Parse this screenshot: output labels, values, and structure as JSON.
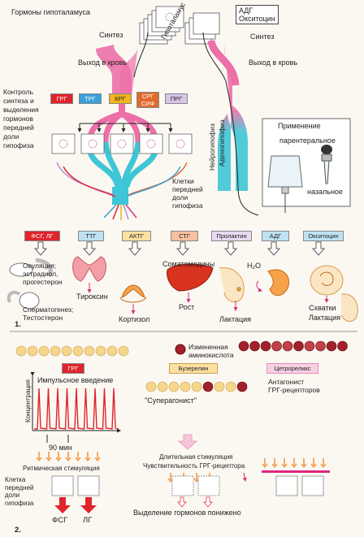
{
  "part1": {
    "hypothalamus_hormones": "Гормоны гипоталамуса",
    "hypothalamus": "Гипоталамус",
    "adh_box": [
      "АДГ",
      "Окситоцин"
    ],
    "synthesis_left": "Синтез",
    "synthesis_right": "Синтез",
    "release_left": "Выход в кровь",
    "release_right": "Выход в кровь",
    "control_label": [
      "Контроль",
      "синтеза и",
      "выделения",
      "гормонов",
      "передней",
      "доли",
      "гипофиза"
    ],
    "releasing_hormones": [
      "ГРГ",
      "ТРГ",
      "КРГ",
      "СРГ\nСИФ",
      "ПРГ"
    ],
    "neuro_label": [
      "Нейрогипофиз",
      "Аденогипофиз"
    ],
    "application": {
      "title": "Применение",
      "parenteral": "парентеральное",
      "nasal": "назальное"
    },
    "anterior_cells": [
      "Клетки",
      "передней",
      "доли",
      "гипофиза"
    ],
    "pituitary_hormones": [
      "ФСГ, ЛГ",
      "ТТГ",
      "АКТГ",
      "СТГ",
      "Пролактин",
      "АДГ",
      "Окситоцин"
    ],
    "effects": {
      "ovulation": [
        "Овуляция;",
        "эстрадиол,",
        "прогестерон"
      ],
      "spermatogenesis": [
        "Сперматогенез;",
        "Тестостерон"
      ],
      "thyroxine": "Тироксин",
      "cortisol": "Кортизол",
      "somatomedins": "Соматомедины",
      "growth": "Рост",
      "lactation1": "Лактация",
      "water": "H₂O",
      "contractions": "Схватки",
      "lactation2": "Лактация"
    },
    "number": "1."
  },
  "part2": {
    "changed_amino_acid": [
      "Измененная",
      "аминокислота"
    ],
    "grg": "ГРГ",
    "buserelin": "Бузерелин",
    "cetrorelix": "Цетрореликс",
    "pulse_intro": "Импульсное введение",
    "concentration": "Концентрация",
    "superagonist": "\"Суперагонист\"",
    "antagonist": [
      "Антагонист",
      "ГРГ-рецепторов"
    ],
    "minutes": "90 мин",
    "long_stimulation": "Длительная стимуляция",
    "sensitivity": "Чувствительность ГРГ-рецептора",
    "rhythmic": "Ритмическая стимуляция",
    "cell_label": [
      "Клетка",
      "передней",
      "доли",
      "гипофиза"
    ],
    "fsh": "ФСГ",
    "lh": "ЛГ",
    "release_reduced": "Выделение гормонов понижено",
    "number": "2."
  },
  "colors": {
    "grg": "#e0242c",
    "trg": "#3aa0d8",
    "krg": "#f2b31c",
    "srg": "#e06a2e",
    "prg": "#b58fd0",
    "pink": "#ec6fa8",
    "cyan": "#3fc6d6",
    "bead": "#f5d68a",
    "bead_dark": "#a3202a",
    "orange": "#f58a2a"
  },
  "pulse_chart": {
    "type": "line",
    "pulses": 9,
    "interval_label": "90 мин"
  }
}
